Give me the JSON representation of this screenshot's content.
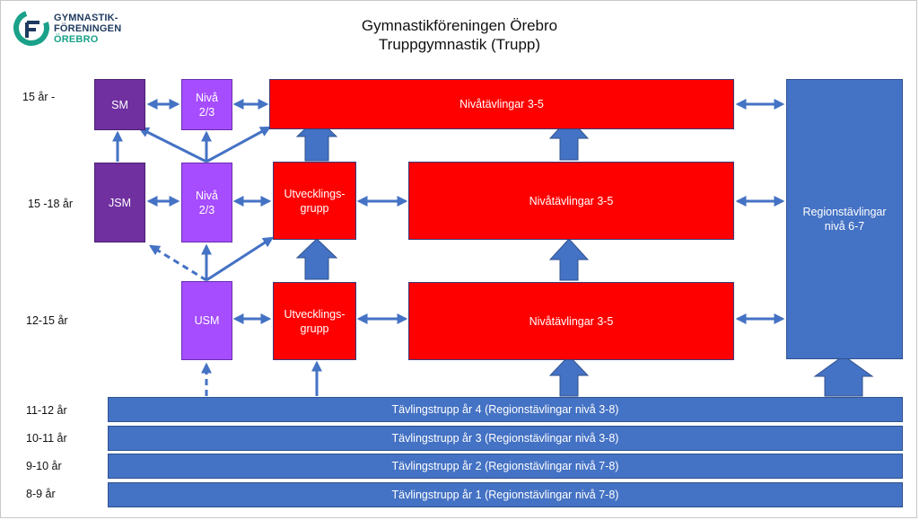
{
  "logo": {
    "line1": "GYMNASTIK-",
    "line2": "FÖRENINGEN",
    "line3": "ÖREBRO"
  },
  "title": {
    "line1": "Gymnastikföreningen Örebro",
    "line2": "Truppgymnastik (Trupp)"
  },
  "ages": {
    "r1": "15 år -",
    "r2": "15 -18 år",
    "r3": "12-15 år",
    "b4": "11-12 år",
    "b3": "10-11 år",
    "b2": "9-10 år",
    "b1": "8-9 år"
  },
  "boxes": {
    "sm": "SM",
    "niva_top": "Nivå\n2/3",
    "nivatavl_top": "Nivåtävlingar 3-5",
    "jsm": "JSM",
    "niva_mid": "Nivå\n2/3",
    "utv_mid": "Utvecklings-\ngrupp",
    "nivatavl_mid": "Nivåtävlingar 3-5",
    "usm": "USM",
    "utv_low": "Utvecklings-\ngrupp",
    "nivatavl_low": "Nivåtävlingar 3-5",
    "region": "Regionstävlingar\nnivå 6-7"
  },
  "bars": {
    "ar4": "Tävlingstrupp år 4 (Regionstävlingar nivå 3-8)",
    "ar3": "Tävlingstrupp år 3 (Regionstävlingar nivå 3-8)",
    "ar2": "Tävlingstrupp år 2 (Regionstävlingar nivå 7-8)",
    "ar1": "Tävlingstrupp år 1 (Regionstävlingar nivå 7-8)"
  },
  "colors": {
    "red": "#ff0000",
    "purple_dark": "#7030a0",
    "purple": "#a64dff",
    "blue": "#4472c4",
    "logo_teal": "#1aa189",
    "logo_dark": "#1e3a5f"
  }
}
